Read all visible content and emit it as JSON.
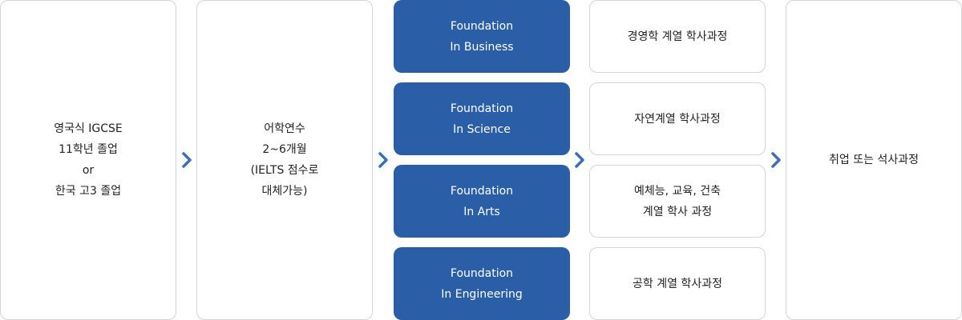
{
  "steps": {
    "entry": {
      "text": "영국식 IGCSE\n11학년 졸업\nor\n한국 고3 졸업"
    },
    "language": {
      "text": "어학연수\n2~6개월\n(IELTS 점수로\n대체가능)"
    },
    "foundations": [
      {
        "text": "Foundation\nIn Business"
      },
      {
        "text": "Foundation\nIn Science"
      },
      {
        "text": "Foundation\nIn Arts"
      },
      {
        "text": "Foundation\nIn Engineering"
      }
    ],
    "degrees": [
      {
        "text": "경영학 계열 학사과정"
      },
      {
        "text": "자연계열 학사과정"
      },
      {
        "text": "예체능, 교육, 건축\n계열 학사 과정"
      },
      {
        "text": "공학 계열 학사과정"
      }
    ],
    "career": {
      "text": "취업 또는 석사과정"
    }
  },
  "colors": {
    "foundation_fill": "#2a5ea7",
    "arrow": "#3b6fb6",
    "border": "#d4d4d4"
  },
  "icons": {
    "connector": "chevron-right-icon"
  }
}
